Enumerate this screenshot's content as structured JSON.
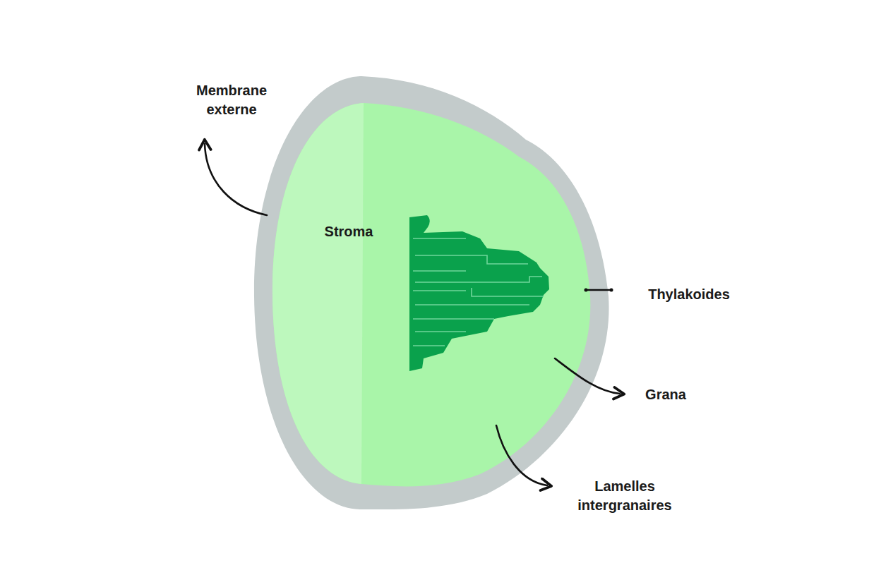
{
  "diagram": {
    "labels": [
      "Membrane externe",
      "Stroma",
      "Thylakoides",
      "Grana",
      "Lamelles intergranaires"
    ]
  }
}
